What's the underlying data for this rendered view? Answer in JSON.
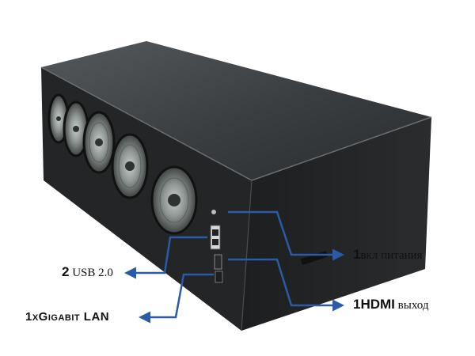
{
  "labels": {
    "power": {
      "count": "1",
      "text": "вкл питания"
    },
    "hdmi": {
      "count": "1",
      "text_bold": "HDMI",
      "text": " выход"
    },
    "usb": {
      "count": "2",
      "text": " USB 2.0"
    },
    "lan": {
      "text": "1xGigabit LAN"
    }
  },
  "colors": {
    "arrow": "#2a5aa8",
    "case_top": "#3a3d40",
    "case_side": "#1e2022",
    "case_front": "#26292b",
    "fan": "#8a8f8e"
  }
}
